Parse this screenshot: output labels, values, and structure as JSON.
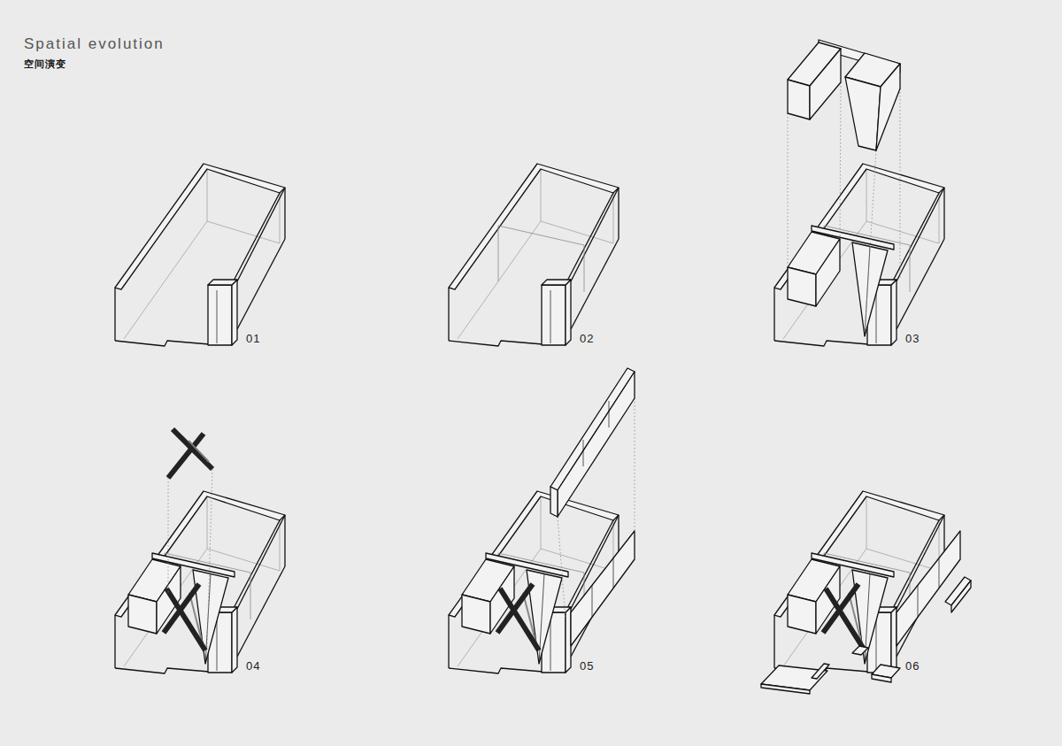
{
  "diagram": {
    "title": "Spatial evolution",
    "labels": [
      "空间演变",
      "01",
      "02",
      "03",
      "04",
      "05",
      "06"
    ]
  }
}
